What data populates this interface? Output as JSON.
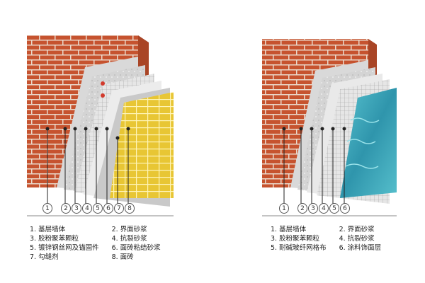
{
  "left_diagram": {
    "markers": [
      "1",
      "2",
      "3",
      "4",
      "5",
      "6",
      "7",
      "8"
    ],
    "legend": [
      "1. 基层墙体",
      "2. 界面砂浆",
      "3. 胶粉聚苯颗粒",
      "4. 抗裂砂浆",
      "5. 镀锌钢丝网及锚固件",
      "6. 面砖粘结砂浆",
      "7. 勾缝剂",
      "8. 面砖"
    ]
  },
  "right_diagram": {
    "markers": [
      "1",
      "2",
      "3",
      "4",
      "5",
      "6"
    ],
    "legend": [
      "1. 基层墙体",
      "2. 界面砂浆",
      "3. 胶粉聚苯颗粒",
      "4. 抗裂砂浆",
      "5. 耐碱玻纤网格布",
      "6. 涂料饰面层"
    ]
  },
  "colors": {
    "brick": "#c6532f",
    "mortar": "#e8d7c9",
    "tile": "#e8c634",
    "paint": "#3aa3b8",
    "layer_grey": "#cfcfcf"
  }
}
